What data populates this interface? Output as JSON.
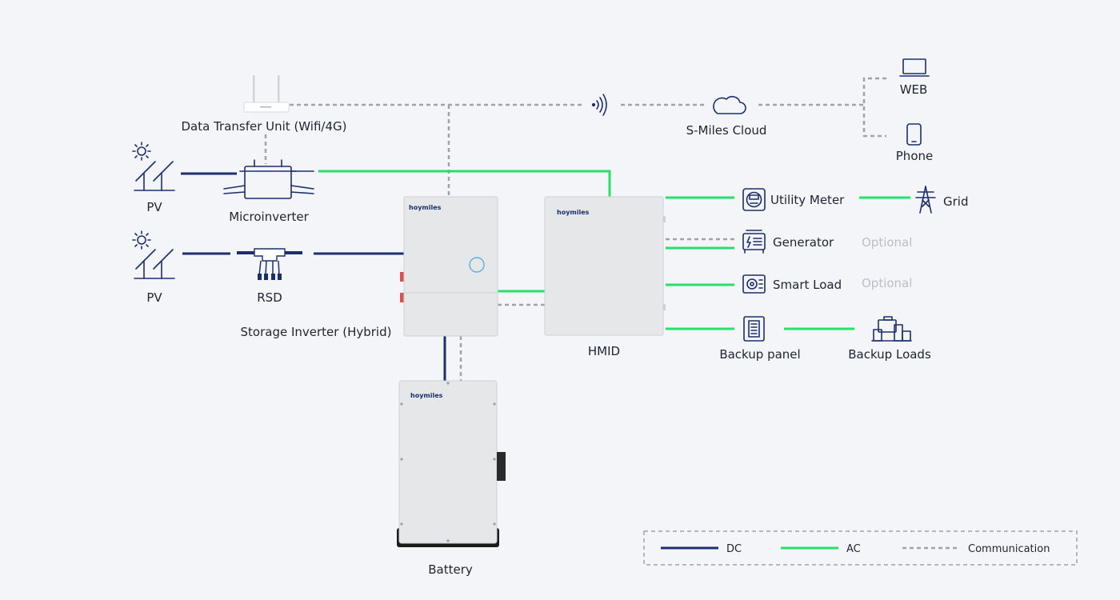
{
  "labels": {
    "dtu": "Data Transfer Unit (Wifi/4G)",
    "cloud": "S-Miles Cloud",
    "web": "WEB",
    "phone": "Phone",
    "pv_top": "PV",
    "pv_bottom": "PV",
    "microinverter": "Microinverter",
    "rsd": "RSD",
    "storage_inverter": "Storage Inverter (Hybrid)",
    "hmid": "HMID",
    "battery": "Battery",
    "utility_meter": "Utility Meter",
    "grid": "Grid",
    "generator": "Generator",
    "smart_load": "Smart Load",
    "optional_generator": "Optional",
    "optional_smart_load": "Optional",
    "backup_panel": "Backup panel",
    "backup_loads": "Backup Loads",
    "brand": "hoymiles"
  },
  "legend": {
    "dc": "DC",
    "ac": "AC",
    "communication": "Communication"
  },
  "colors": {
    "background": "#f3f5f9",
    "dc": "#1c2e6e",
    "ac": "#25e06a",
    "communication": "#9ea3ac",
    "optional_text": "#b9bec8"
  },
  "icons": [
    "router-icon",
    "wifi-signal-icon",
    "cloud-icon",
    "laptop-icon",
    "phone-icon",
    "sun-icon",
    "solar-panel-icon",
    "microinverter-icon",
    "rsd-icon",
    "utility-meter-icon",
    "transmission-tower-icon",
    "generator-icon",
    "smart-load-icon",
    "backup-panel-icon",
    "backup-loads-icon"
  ]
}
